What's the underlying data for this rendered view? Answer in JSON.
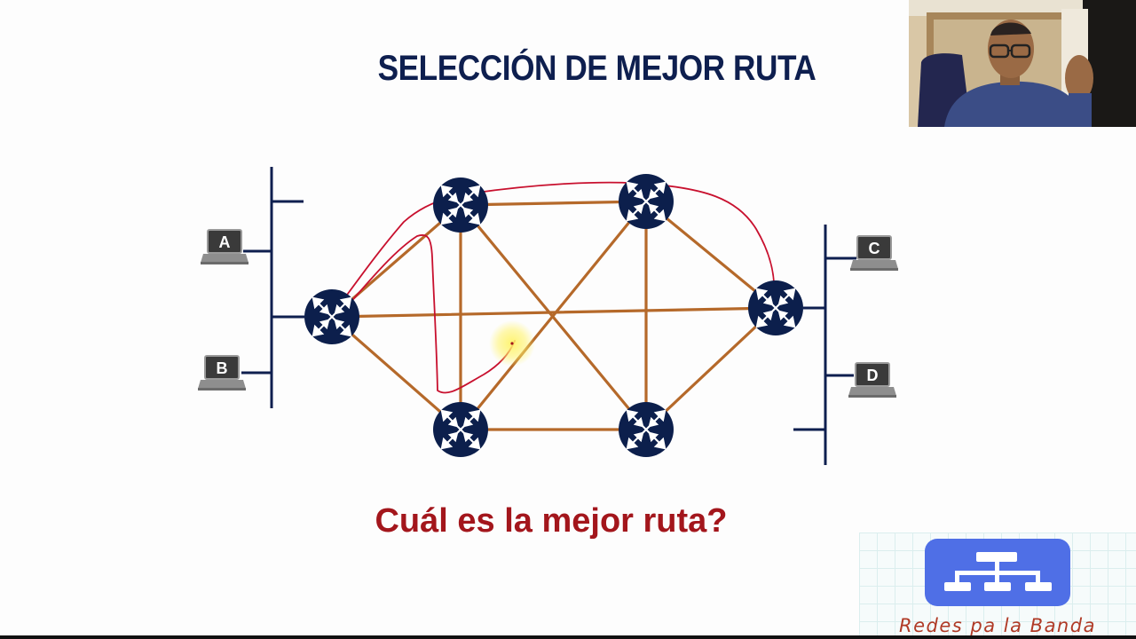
{
  "slide": {
    "title": "SELECCIÓN DE MEJOR RUTA",
    "question": "Cuál es la mejor ruta?"
  },
  "hosts": [
    {
      "label": "A"
    },
    {
      "label": "B"
    },
    {
      "label": "C"
    },
    {
      "label": "D"
    }
  ],
  "logo": {
    "text": "Redes pa la Banda",
    "icon": "network-hierarchy-icon"
  },
  "colors": {
    "title": "#0e1f4f",
    "question": "#a3161c",
    "router": "#0c1f4c",
    "link": "#b5692a",
    "annotation": "#c8102e",
    "logo_box": "#4f6fe6"
  }
}
